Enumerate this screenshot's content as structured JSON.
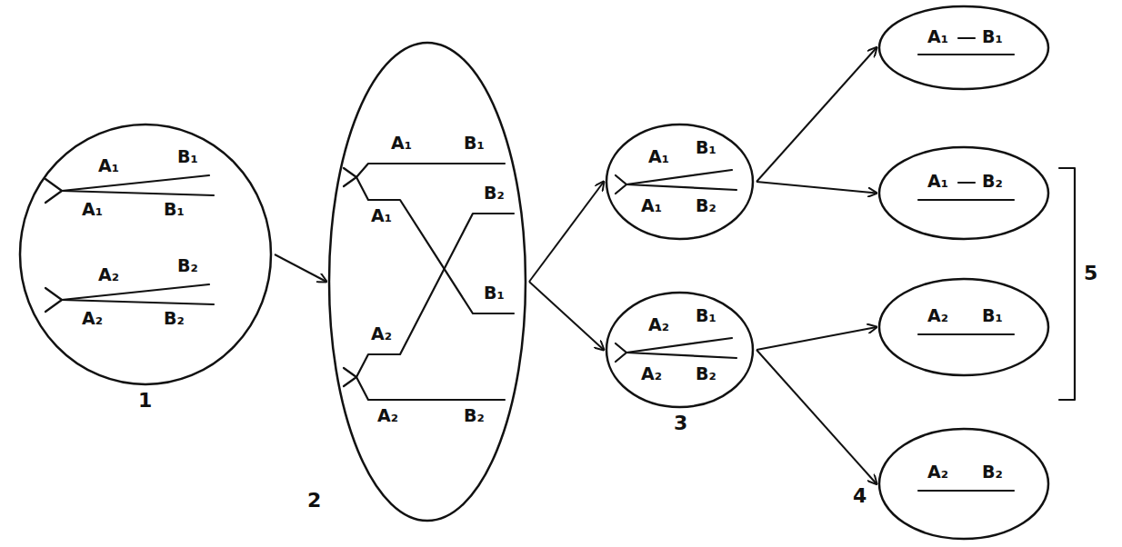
{
  "diagram": {
    "nodes": [
      {
        "text": [
          "A₁",
          "B₁",
          "A₁",
          "B₁",
          "A₂",
          "B₂",
          "A₂",
          "B₂"
        ]
      },
      {
        "text": [
          "A₁",
          "B₁",
          "B₂",
          "A₁",
          "A₂",
          "B₁",
          "A₂",
          "B₂"
        ]
      },
      {
        "text": [
          "A₁",
          "B₁",
          "A₁",
          "B₂"
        ]
      },
      {
        "text": [
          "A₂",
          "B₁",
          "A₂",
          "B₂"
        ]
      },
      {
        "text": [
          "A₁",
          "B₁"
        ]
      },
      {
        "text": [
          "A₁",
          "B₂"
        ]
      },
      {
        "text": [
          "A₂",
          "B₁"
        ]
      },
      {
        "text": [
          "A₂",
          "B₂"
        ]
      }
    ],
    "edges": [
      {
        "from": 0,
        "to": 1,
        "arrow": "to"
      },
      {
        "from": 1,
        "to": 2,
        "arrow": "to"
      },
      {
        "from": 1,
        "to": 3,
        "arrow": "to"
      },
      {
        "from": 2,
        "to": 4,
        "arrow": "to"
      },
      {
        "from": 2,
        "to": 5,
        "arrow": "to"
      },
      {
        "from": 3,
        "to": 6,
        "arrow": "to"
      },
      {
        "from": 3,
        "to": 7,
        "arrow": "to"
      }
    ],
    "labels": [
      "1",
      "2",
      "3",
      "4",
      "5"
    ]
  }
}
